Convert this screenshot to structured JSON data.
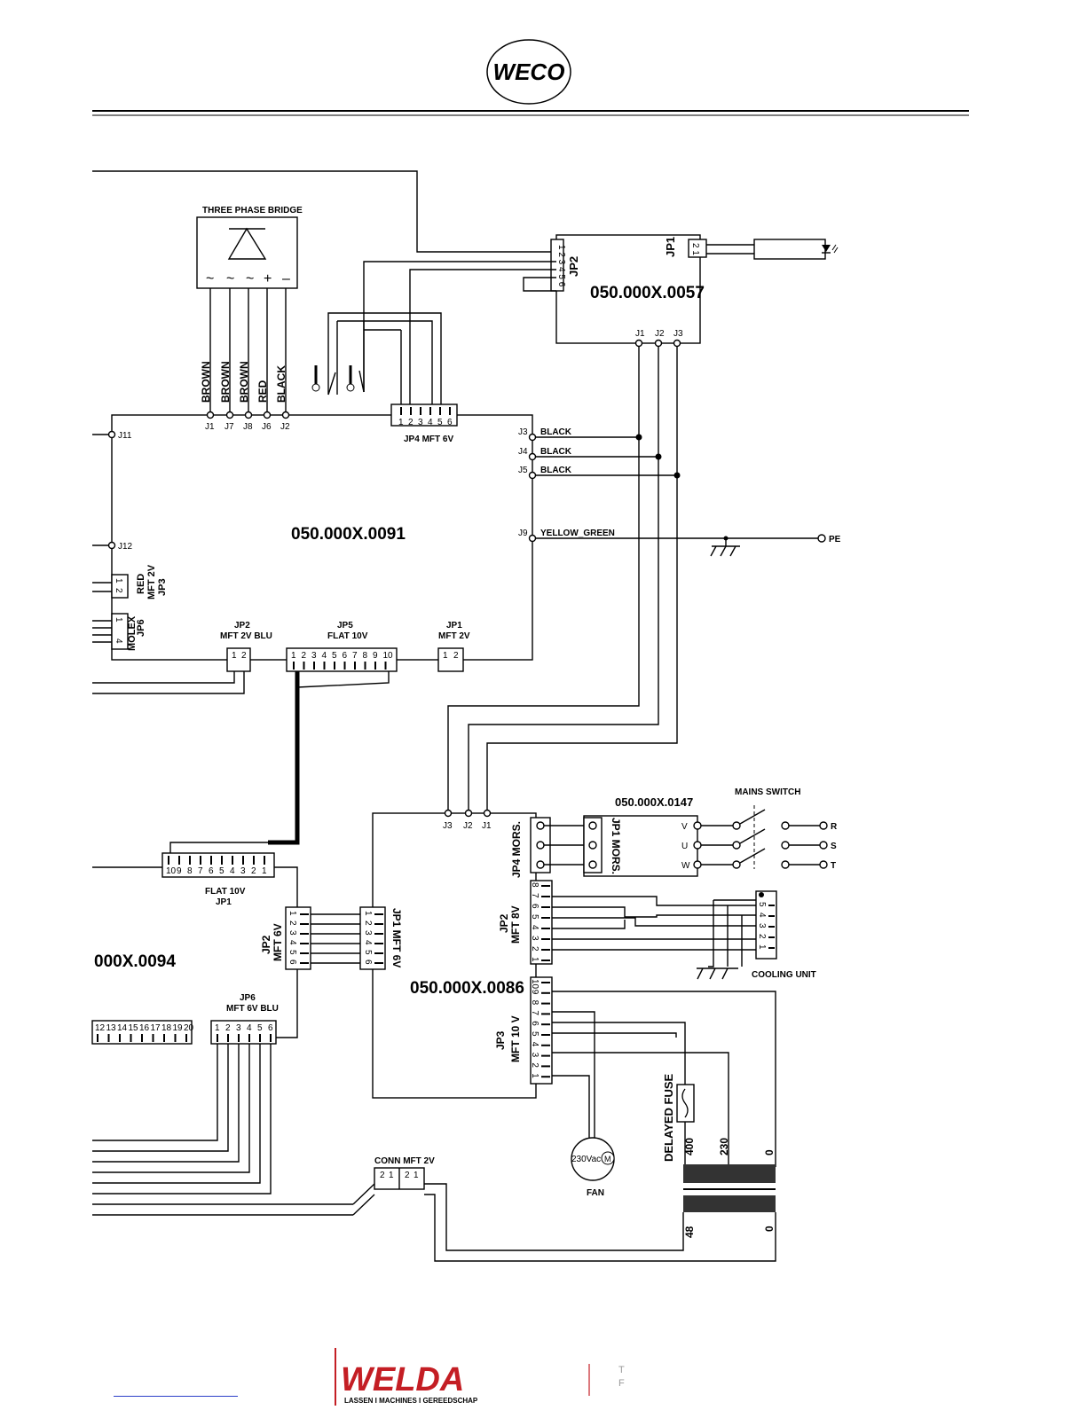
{
  "header": {
    "logo_text": "WECO"
  },
  "boards": {
    "b0057": "050.000X.0057",
    "b0091": "050.000X.0091",
    "b0086": "050.000X.0086",
    "b0094": "000X.0094",
    "b0147": "050.000X.0147"
  },
  "bridge": {
    "title": "THREE PHASE BRIDGE",
    "wires": [
      "BROWN",
      "BROWN",
      "BROWN",
      "RED",
      "BLACK"
    ],
    "terms": [
      "J1",
      "J7",
      "J8",
      "J6",
      "J2"
    ]
  },
  "b0057": {
    "jp2": "JP2",
    "jp2_pins": "1 2 3 4 5 6",
    "jp1": "JP1",
    "jp1_pins": "2 1",
    "j1": "J1",
    "j2": "J2",
    "j3": "J3"
  },
  "b0091": {
    "jp4": "JP4 MFT 6V",
    "jp4_pins": [
      "1",
      "2",
      "3",
      "4",
      "5",
      "6"
    ],
    "j3": "J3",
    "j4": "J4",
    "j5": "J5",
    "j9": "J9",
    "j11": "J11",
    "j12": "J12",
    "black": "BLACK",
    "yellow_green": "YELLOW_GREEN",
    "pe": "PE",
    "jp3": [
      "JP3",
      "MFT 2V",
      "RED"
    ],
    "jp3_pins": [
      "1",
      "2"
    ],
    "jp6": [
      "JP6",
      "MOLEX"
    ],
    "jp6_pins": [
      "1",
      "4"
    ],
    "jp2": [
      "JP2",
      "MFT 2V BLU"
    ],
    "jp2_pins": [
      "1",
      "2"
    ],
    "jp5": [
      "JP5",
      "FLAT 10V"
    ],
    "jp5_pins": [
      "1",
      "2",
      "3",
      "4",
      "5",
      "6",
      "7",
      "8",
      "9",
      "10"
    ],
    "jp1": [
      "JP1",
      "MFT 2V"
    ],
    "jp1_pins": [
      "1",
      "2"
    ]
  },
  "b0094": {
    "flat": [
      "FLAT 10V",
      "JP1"
    ],
    "flat_pins": [
      "10",
      "9",
      "8",
      "7",
      "6",
      "5",
      "4",
      "3",
      "2",
      "1"
    ],
    "jp2": [
      "JP2",
      "MFT 6V"
    ],
    "jp2_pins": [
      "1",
      "2",
      "3",
      "4",
      "5",
      "6"
    ],
    "jp6": [
      "JP6",
      "MFT 6V BLU"
    ],
    "jp6_pins": [
      "1",
      "2",
      "3",
      "4",
      "5",
      "6"
    ],
    "row_pins": [
      "12",
      "13",
      "14",
      "15",
      "16",
      "17",
      "18",
      "19",
      "20"
    ]
  },
  "b0086": {
    "j3": "J3",
    "j2": "J2",
    "j1": "J1",
    "jp4": "JP4 MORS.",
    "jp1": "JP1 MFT 6V",
    "jp1_pins": [
      "1",
      "2",
      "3",
      "4",
      "5",
      "6"
    ],
    "jp2": [
      "JP2",
      "MFT 8V"
    ],
    "jp2_pins": [
      "8",
      "7",
      "6",
      "5",
      "4",
      "3",
      "2",
      "1"
    ],
    "jp3": [
      "JP3",
      "MFT 10 V"
    ],
    "jp3_pins": [
      "10",
      "9",
      "8",
      "7",
      "6",
      "5",
      "4",
      "3",
      "2",
      "1"
    ]
  },
  "b0147": {
    "jp1": "JP1 MORS.",
    "v": "V",
    "u": "U",
    "w": "W"
  },
  "mains": {
    "title": "MAINS SWITCH",
    "r": "R",
    "s": "S",
    "t": "T"
  },
  "cooling": {
    "title": "COOLING UNIT",
    "pins": [
      "5",
      "4",
      "3",
      "2",
      "1"
    ]
  },
  "fan": {
    "label": "FAN",
    "voltage": "230Vac",
    "motor": "M"
  },
  "fuse": {
    "label": "DELAYED FUSE"
  },
  "transformer": {
    "top": [
      "400",
      "230",
      "0"
    ],
    "bottom": [
      "48",
      "0"
    ]
  },
  "conn": {
    "label": "CONN MFT 2V",
    "pins": [
      "2",
      "1"
    ]
  },
  "footer": {
    "brand": "WELDA",
    "tagline": "LASSEN I MACHINES I GEREEDSCHAP",
    "right_1": "T",
    "right_2": "F"
  }
}
